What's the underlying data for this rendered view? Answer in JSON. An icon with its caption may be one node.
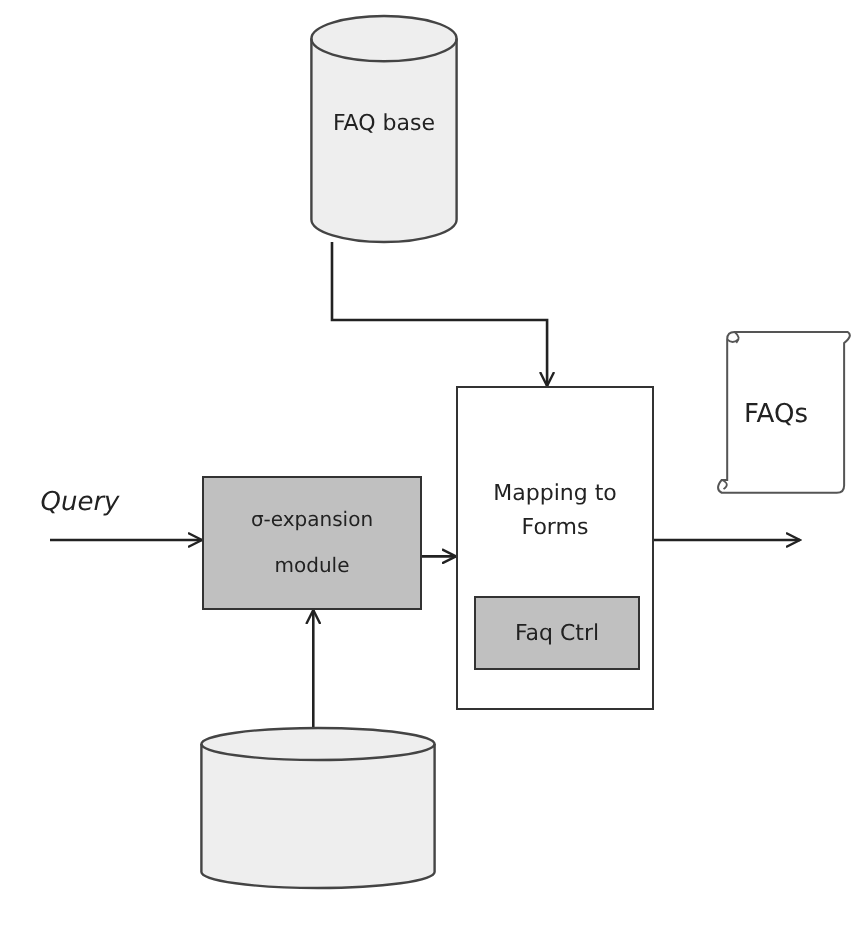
{
  "diagram": {
    "nodes": [
      {
        "text": [
          "FAQ base"
        ]
      },
      {
        "text": [
          "Query"
        ]
      },
      {
        "text": [
          "σ-expansion module"
        ]
      },
      {
        "text": [
          "Mapping to Forms"
        ]
      },
      {
        "text": [
          "Faq Ctrl"
        ],
        "in": 3
      },
      {
        "text": [
          "FAQs"
        ]
      },
      {
        "text": [],
        "shape": "cylinder"
      }
    ],
    "edges": [
      {
        "from": 0,
        "to": 3,
        "arrow": "to"
      },
      {
        "from": 1,
        "to": 2,
        "arrow": "to"
      },
      {
        "from": 2,
        "to": 3,
        "arrow": "to"
      },
      {
        "from": 6,
        "to": 2,
        "arrow": "to"
      },
      {
        "from": 3,
        "to": 5,
        "arrow": "to"
      }
    ]
  }
}
